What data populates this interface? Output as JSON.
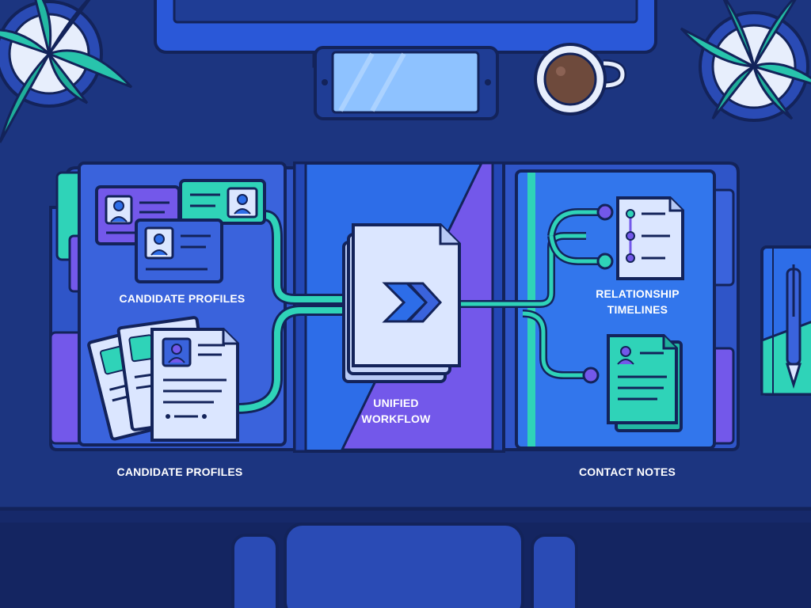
{
  "labels": {
    "candidate_profiles_top": "CANDIDATE PROFILES",
    "candidate_profiles_bottom": "CANDIDATE PROFILES",
    "unified_line1": "UNIFIED",
    "unified_line2": "WORKFLOW",
    "relationship_line1": "RELATIONSHIP",
    "relationship_line2": "TIMELINES",
    "contact_notes": "CONTACT NOTES"
  },
  "colors": {
    "desk": "#1c3580",
    "outline": "#13235a",
    "folder_left": "#3a63dc",
    "folder_purple": "#7358ea",
    "folder_center": "#2d6de8",
    "folder_right": "#3276ec",
    "teal": "#2fd3b8",
    "paper": "#dbe6ff",
    "plant": "#1fae9a",
    "coffee": "#6e4a3c"
  },
  "icons": [
    "plant-icon",
    "monitor-icon",
    "phone-icon",
    "coffee-mug-icon",
    "notebook-icon",
    "pen-icon",
    "chair-icon",
    "profile-card-icon",
    "resume-document-icon",
    "workflow-document-icon",
    "double-chevron-icon",
    "timeline-document-icon",
    "contact-note-icon"
  ]
}
